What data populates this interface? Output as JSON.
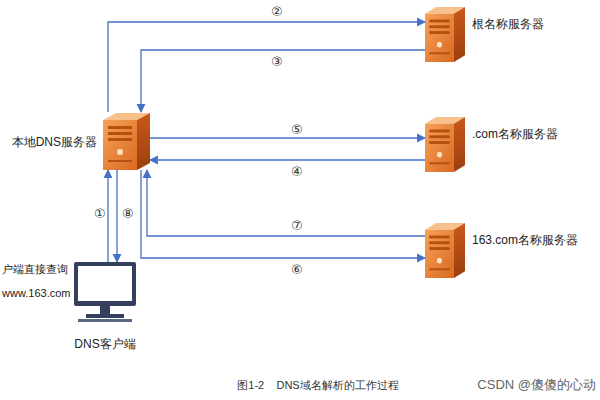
{
  "diagram": {
    "caption": "图1-2    DNS域名解析的工作过程",
    "nodes": [
      {
        "text": [
          "根名称服务器"
        ]
      },
      {
        "text": [
          "本地DNS服务器"
        ]
      },
      {
        "text": [
          ".com名称服务器"
        ]
      },
      {
        "text": [
          "163.com名称服务器"
        ]
      },
      {
        "text": [
          "DNS客户端"
        ]
      }
    ],
    "edges": [
      {
        "from": 4,
        "to": 1,
        "arrow": "to",
        "label": "①"
      },
      {
        "from": 1,
        "to": 0,
        "arrow": "to",
        "label": "②"
      },
      {
        "from": 0,
        "to": 1,
        "arrow": "to",
        "label": "③"
      },
      {
        "from": 2,
        "to": 1,
        "arrow": "to",
        "label": "④"
      },
      {
        "from": 1,
        "to": 2,
        "arrow": "to",
        "label": "⑤"
      },
      {
        "from": 1,
        "to": 3,
        "arrow": "to",
        "label": "⑥"
      },
      {
        "from": 3,
        "to": 1,
        "arrow": "to",
        "label": "⑦"
      },
      {
        "from": 1,
        "to": 4,
        "arrow": "to",
        "label": "⑧"
      }
    ],
    "labels": [
      "户端直接查询",
      "www.163.com",
      "CSDN @傻傻的心动"
    ]
  }
}
